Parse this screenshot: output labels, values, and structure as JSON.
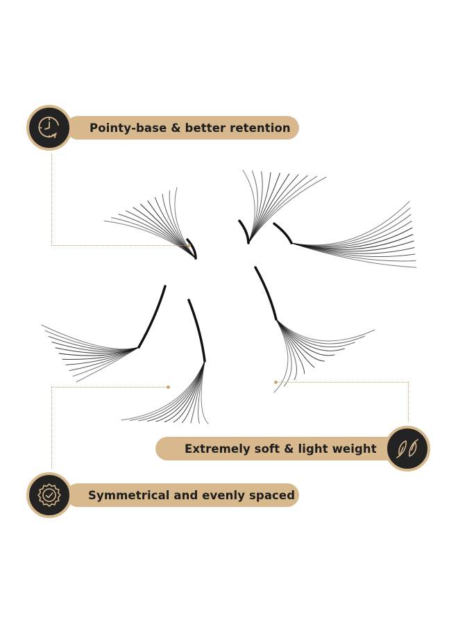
{
  "features": {
    "retention": {
      "label": "Pointy-base & better retention",
      "icon": "clock-refresh-icon"
    },
    "soft": {
      "label": "Extremely soft & light weight",
      "icon": "feather-icon"
    },
    "symmetry": {
      "label": "Symmetrical and evenly spaced",
      "icon": "check-seal-icon"
    }
  },
  "colors": {
    "accent": "#d8b98e",
    "badge": "#232323",
    "lash": "#111111",
    "background": "#ffffff"
  }
}
